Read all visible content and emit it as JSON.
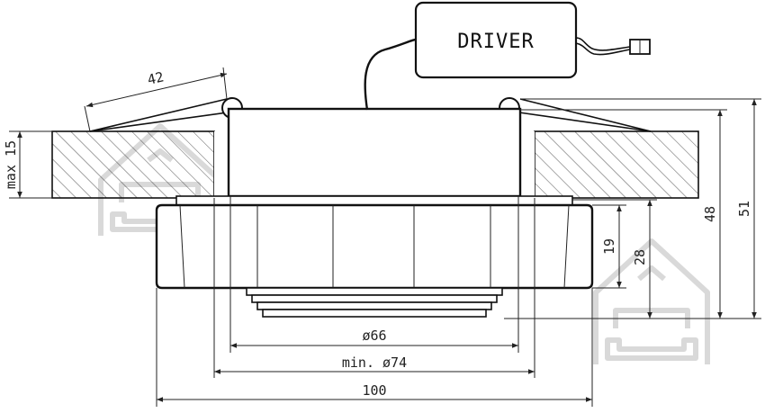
{
  "driver": {
    "label": "DRIVER"
  },
  "dimensions": {
    "spring_length": "42",
    "ceiling_thickness": "max 15",
    "outer_height": "51",
    "body_height": "48",
    "ring_height": "28",
    "bezel_height": "19",
    "inner_diameter": "ø66",
    "cutout_diameter": "min. ø74",
    "outer_diameter": "100"
  },
  "watermarks": [
    {
      "icon": "house-sofa-logo-icon"
    },
    {
      "icon": "house-sofa-logo-icon"
    }
  ]
}
